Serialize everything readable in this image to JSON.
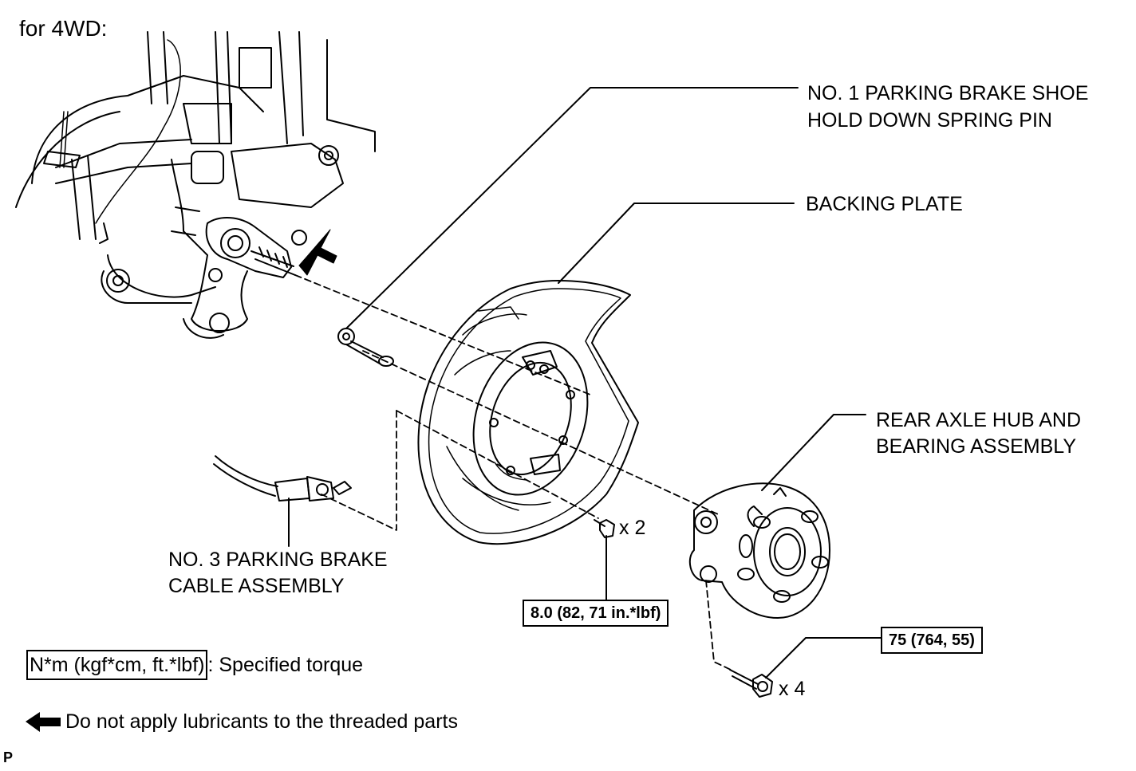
{
  "header": {
    "title": "for 4WD:"
  },
  "labels": {
    "pin_line1": "NO. 1 PARKING BRAKE SHOE",
    "pin_line2": "HOLD DOWN SPRING PIN",
    "backing_plate": "BACKING PLATE",
    "hub_line1": "REAR AXLE HUB AND",
    "hub_line2": "BEARING ASSEMBLY",
    "cable_line1": "NO. 3 PARKING BRAKE",
    "cable_line2": "CABLE ASSEMBLY"
  },
  "torque": {
    "bolt_small": "8.0 (82, 71 in.*lbf)",
    "bolt_large": "75 (764, 55)"
  },
  "quantities": {
    "bolt_small": "x 2",
    "bolt_large": "x 4"
  },
  "legend": {
    "torque_unit": "N*m (kgf*cm, ft.*lbf)",
    "torque_desc": ": Specified torque",
    "arrow_desc": "Do not apply lubricants to the threaded parts"
  },
  "footer": {
    "mark": "P"
  },
  "colors": {
    "line": "#000000",
    "background": "#ffffff"
  }
}
